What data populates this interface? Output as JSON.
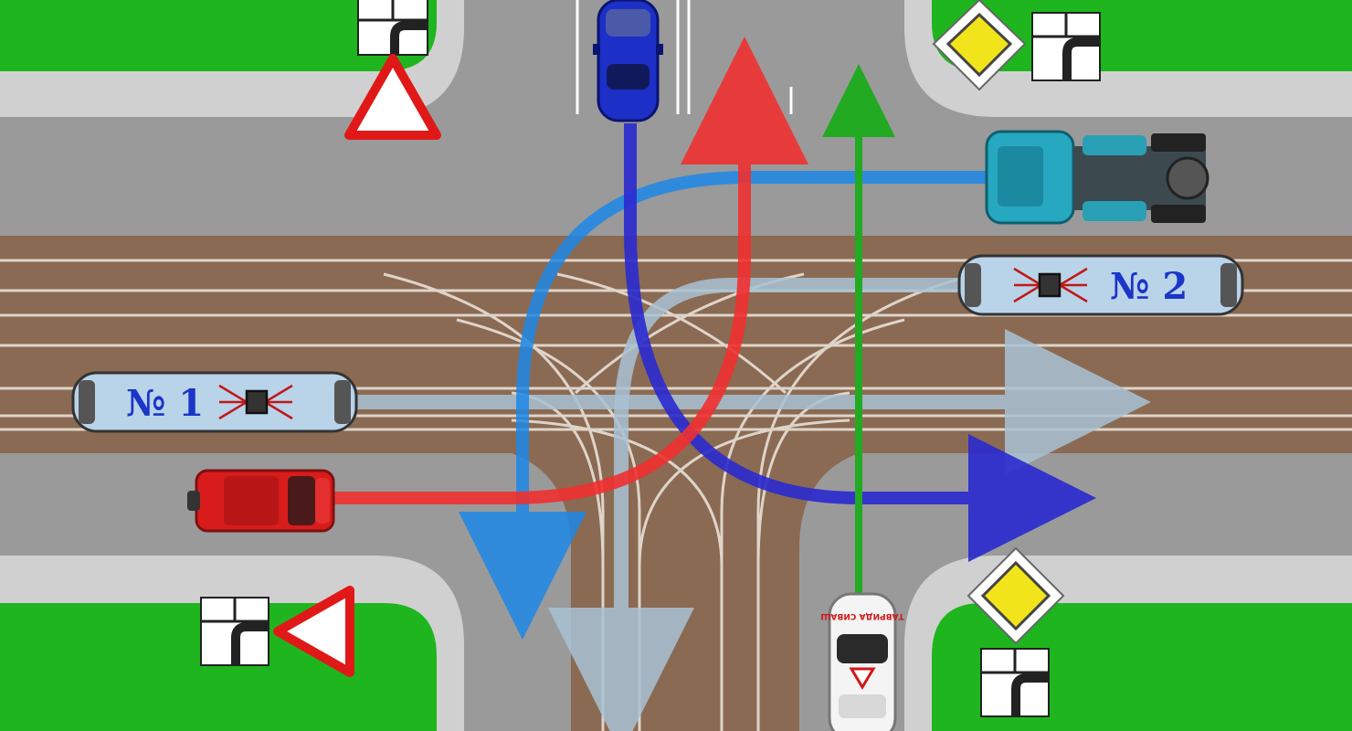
{
  "scene": {
    "colors": {
      "grass": "#1fb51f",
      "sidewalk": "#d0d0d0",
      "road": "#9a9a9a",
      "tram_track_bed": "#8a6a52",
      "rail": "#e8e0d8",
      "lane_marking": "#ffffff",
      "path_tram2": "#a9c2d4",
      "path_blue_car": "#2a2ad0",
      "path_truck": "#1e88e8",
      "path_red_car": "#f03030",
      "path_white_car": "#22aa22"
    },
    "trams": [
      {
        "id": "tram-1",
        "label": "№ 1"
      },
      {
        "id": "tram-2",
        "label": "№ 2"
      }
    ],
    "vehicles": [
      "blue-car",
      "red-suv",
      "teal-truck",
      "white-driving-school-car"
    ],
    "white_car_text": "ТАВРИДА СИВАШ",
    "signs": [
      "give-way-sign",
      "main-road-sign",
      "road-layout-plate"
    ]
  }
}
